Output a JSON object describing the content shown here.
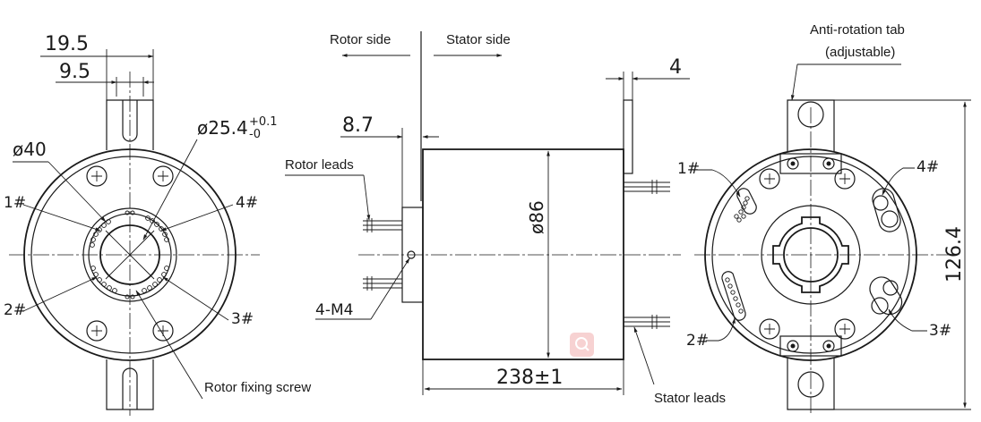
{
  "left_view": {
    "dim_width_tab": "19.5",
    "dim_slot": "9.5",
    "dim_bore": "ø25.4",
    "dim_bore_tol_upper": "+0.1",
    "dim_bore_tol_lower": "-0",
    "dim_outer": "ø40",
    "port_1": "1#",
    "port_2": "2#",
    "port_3": "3#",
    "port_4": "4#",
    "rotor_fixing_screw": "Rotor fixing screw"
  },
  "side_view": {
    "rotor_side": "Rotor side",
    "stator_side": "Stator side",
    "dim_flange": "8.7",
    "dim_tab_thickness": "4",
    "rotor_leads": "Rotor leads",
    "screw_spec": "4-M4",
    "dim_diameter": "ø86",
    "dim_length": "238±1",
    "stator_leads": "Stator leads"
  },
  "right_view": {
    "anti_rotation_tab": "Anti-rotation tab",
    "adjustable": "(adjustable)",
    "port_1": "1#",
    "port_2": "2#",
    "port_3": "3#",
    "port_4": "4#",
    "dim_height": "126.4"
  },
  "colors": {
    "line": "#1a1a1a",
    "watermark": "#f7d2d2"
  }
}
